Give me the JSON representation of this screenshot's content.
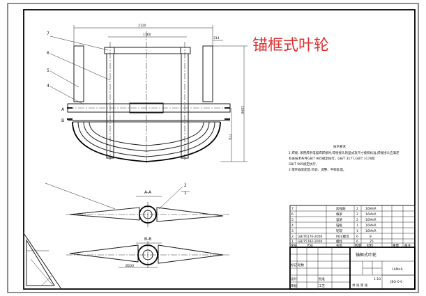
{
  "title": "锚框式叶轮",
  "dimensions": {
    "overall_width": "2120",
    "inner_width": "1160",
    "top_offset": "314",
    "overall_height": "1690",
    "lower_height": "770"
  },
  "part_labels": [
    "7",
    "6",
    "5",
    "4"
  ],
  "section_marks": {
    "a": "A",
    "b": "B",
    "aa": "A-A",
    "bb": "B-B"
  },
  "section_bb_dim": "Ø200",
  "detail_labels": [
    "2",
    "1"
  ],
  "notes": {
    "heading": "技术要求",
    "lines": [
      "1 焊接. 采用焊条电弧焊焊接时,焊接接头的型式及尺寸按照标准,焊接接头应满足",
      "  有关技术条件GB/T 985规定执行。GB/T 3177,GB/T 3178及",
      "  GB/T 985规定执行。",
      "2 搅拌器装配后,检验、调整、平衡处理。"
    ]
  },
  "bom": [
    {
      "no": "7",
      "code": "",
      "name": "加强筋",
      "qty": "2",
      "mat": "16MnR"
    },
    {
      "no": "6",
      "code": "",
      "name": "横梁",
      "qty": "2",
      "mat": "16MnR"
    },
    {
      "no": "5",
      "code": "",
      "name": "竖梁",
      "qty": "2",
      "mat": "16MnR"
    },
    {
      "no": "4",
      "code": "",
      "name": "锚框",
      "qty": "1",
      "mat": "16MnR"
    },
    {
      "no": "3",
      "code": "",
      "name": "轮毂",
      "qty": "1",
      "mat": "16MnR"
    },
    {
      "no": "2",
      "code": "GB/T6170-2000",
      "name": "M24螺母",
      "qty": "6",
      "mat": "8"
    },
    {
      "no": "1",
      "code": "GB/T5782-2000",
      "name": "螺栓",
      "qty": "6",
      "mat": "25"
    }
  ],
  "bom_header": {
    "no": "序号",
    "code": "代号",
    "name": "名称",
    "qty": "数量",
    "mat": "材料",
    "weight": "重量",
    "note": "备注"
  },
  "title_block": {
    "part_name": "锚框式叶轮",
    "material": "16MnR",
    "drawing_no": "JBQ-0-0",
    "scale": "1:10",
    "sheet": "共 张 第 张",
    "rows": [
      "设计",
      "审核",
      "工艺",
      "批准",
      "标记",
      "处数"
    ]
  }
}
